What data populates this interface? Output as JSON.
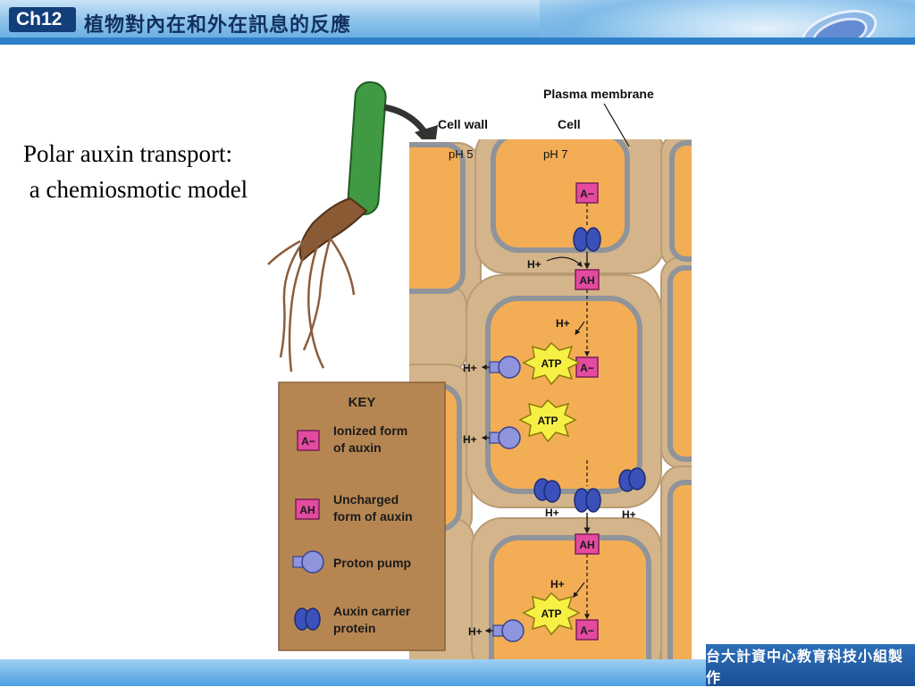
{
  "header": {
    "chapter": "Ch12",
    "title": "植物對內在和外在訊息的反應"
  },
  "slide": {
    "subtitle_line1": "Polar auxin transport:",
    "subtitle_line2": " a chemiosmotic model"
  },
  "diagram": {
    "plasma_membrane": "Plasma membrane",
    "cell_wall": "Cell wall",
    "cell": "Cell",
    "ph_wall": "pH 5",
    "ph_cell": "pH 7",
    "ion": "A−",
    "ah": "AH",
    "hplus": "H+",
    "atp": "ATP"
  },
  "key": {
    "title": "KEY",
    "items": [
      {
        "symbol": "A−",
        "line1": "Ionized form",
        "line2": "of auxin"
      },
      {
        "symbol": "AH",
        "line1": "Uncharged",
        "line2": "form of auxin"
      },
      {
        "line1": "Proton pump",
        "line2": ""
      },
      {
        "line1": "Auxin carrier",
        "line2": "protein"
      }
    ]
  },
  "footer": {
    "label": "台大計資中心教育科技小組製作"
  },
  "colors": {
    "wall": "#d4b48a",
    "wall_dark": "#b79b74",
    "cytoplasm": "#f3ad55",
    "membrane": "#8f949a",
    "key_bg": "#b68652",
    "magenta": "#e34aa0",
    "pump": "#8e95dc",
    "carrier": "#3b50b8",
    "atp": "#f6f045",
    "shoot": "#3f9a43"
  }
}
